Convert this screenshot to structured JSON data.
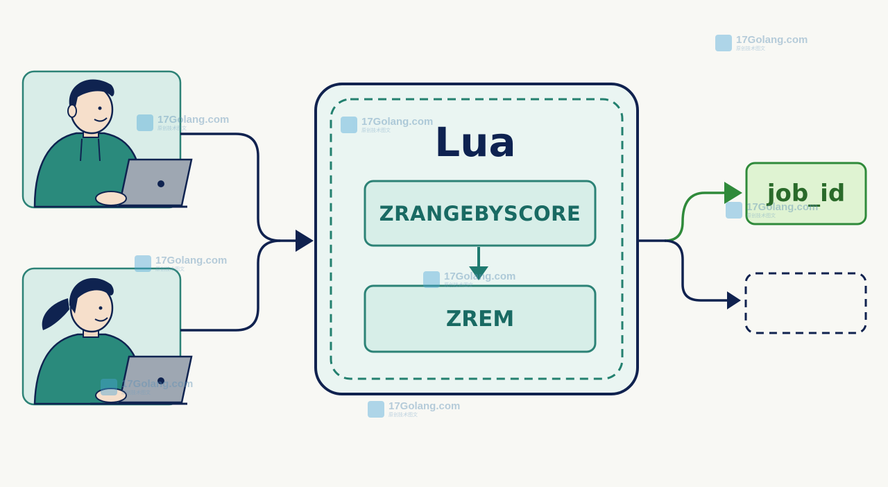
{
  "lua_label": "Lua",
  "commands": [
    "ZRANGEBYSCORE",
    "ZREM"
  ],
  "result_label": "job_id",
  "watermark": {
    "main": "17Golang.com",
    "sub": "原创技术图文"
  },
  "colors": {
    "navy": "#10224f",
    "teal": "#1f7a70",
    "green": "#2f8a3a",
    "result_fill": "#dff3d2",
    "panel_fill": "#eaf6f2"
  },
  "icons": [
    "user-male-laptop-icon",
    "user-female-laptop-icon"
  ]
}
